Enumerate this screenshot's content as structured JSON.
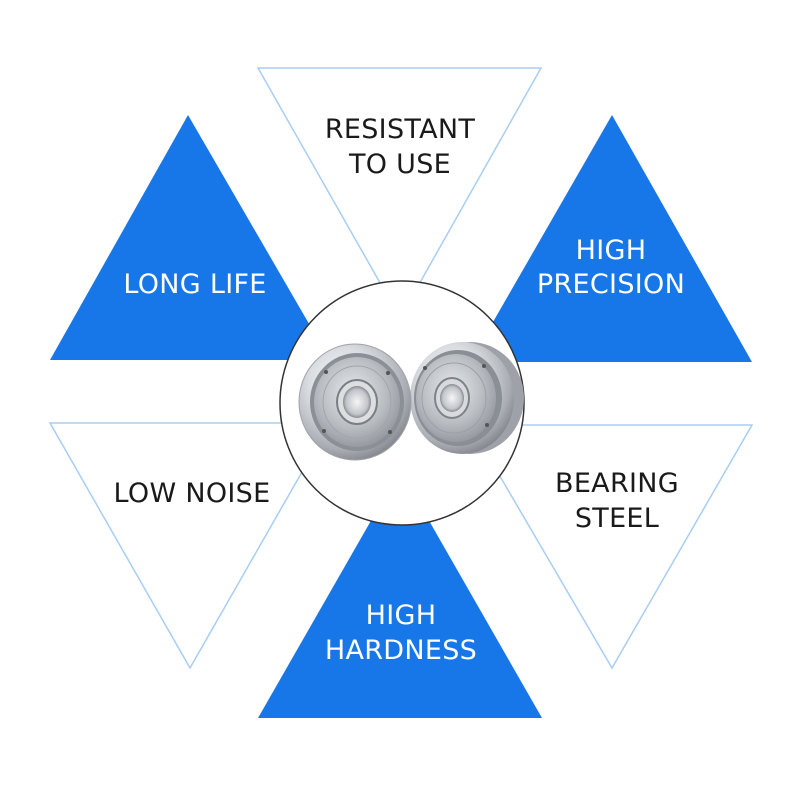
{
  "colors": {
    "accent_blue": "#1877e8",
    "outline_blue": "#a9cdf2",
    "text_dark": "#1a1a1a",
    "text_light": "#ffffff",
    "circle_stroke": "#333333"
  },
  "features": {
    "resistant_to_use": {
      "line1": "RESISTANT",
      "line2": "TO USE"
    },
    "long_life": {
      "line1": "LONG LIFE"
    },
    "high_precision": {
      "line1": "HIGH",
      "line2": "PRECISION"
    },
    "low_noise": {
      "line1": "LOW NOISE"
    },
    "bearing_steel": {
      "line1": "BEARING",
      "line2": "STEEL"
    },
    "high_hardness": {
      "line1": "HIGH",
      "line2": "HARDNESS"
    }
  },
  "center_image": {
    "icon": "ball-bearings-image"
  }
}
